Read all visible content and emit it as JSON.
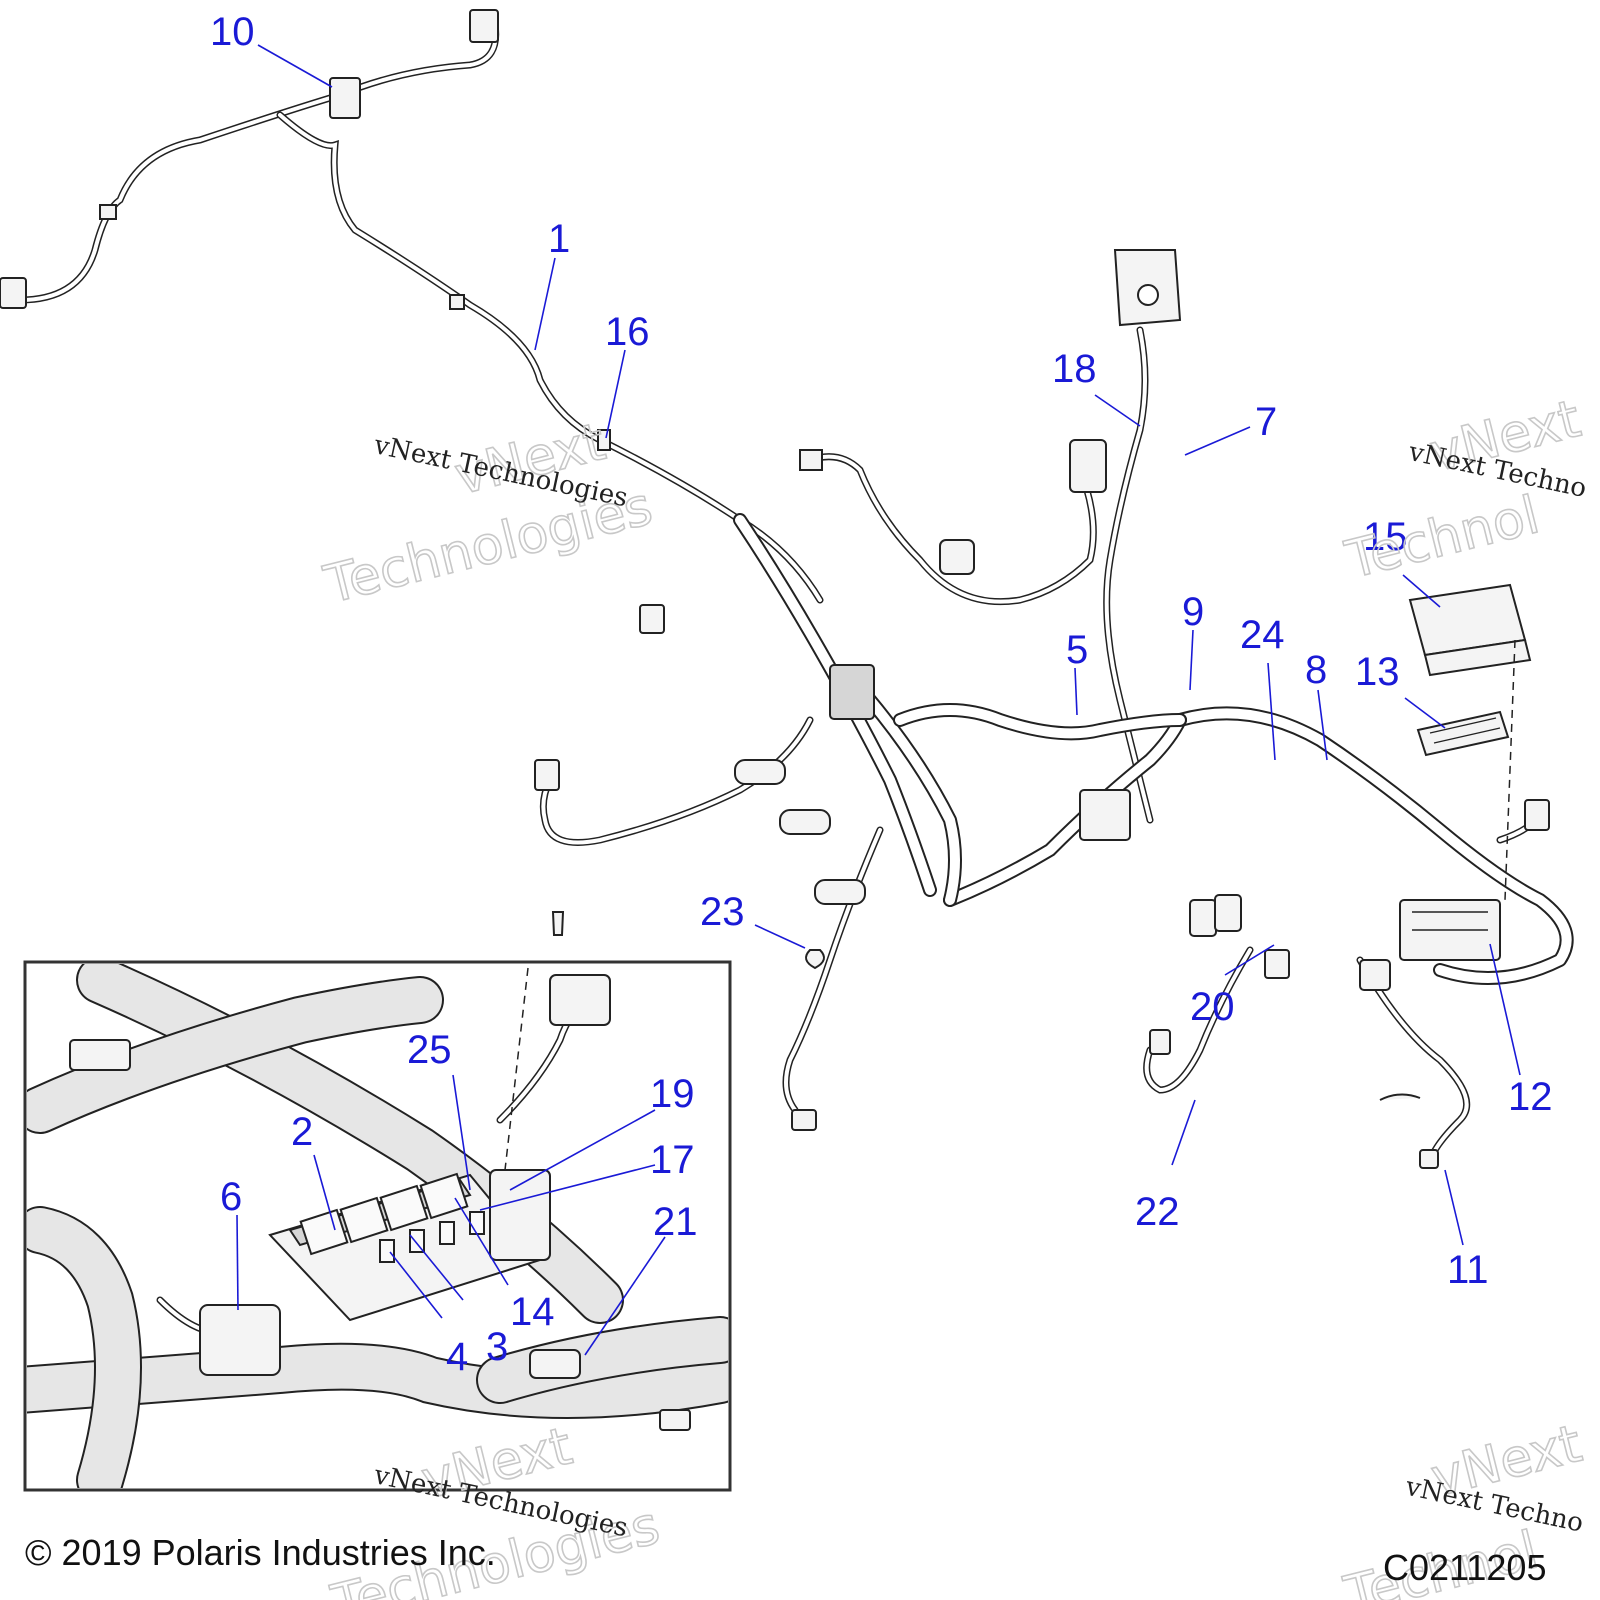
{
  "callouts": {
    "c1": "1",
    "c2": "2",
    "c3": "3",
    "c4": "4",
    "c5": "5",
    "c6": "6",
    "c7": "7",
    "c8": "8",
    "c9": "9",
    "c10": "10",
    "c11": "11",
    "c12": "12",
    "c13": "13",
    "c14": "14",
    "c15": "15",
    "c16": "16",
    "c17": "17",
    "c18": "18",
    "c19": "19",
    "c20": "20",
    "c21": "21",
    "c22": "22",
    "c23": "23",
    "c24": "24",
    "c25": "25"
  },
  "watermark": {
    "serif_text": "vNext Technologies",
    "line1": "vNext",
    "line2": "Technologies",
    "cut_serif": "vNext Techno",
    "cut_line2": "Technol"
  },
  "footer": {
    "copyright": "© 2019 Polaris Industries Inc.",
    "figure_id": "C0211205"
  },
  "colors": {
    "callout": "#1a1ad6",
    "line_art": "#222222",
    "inset_border": "#333333"
  }
}
